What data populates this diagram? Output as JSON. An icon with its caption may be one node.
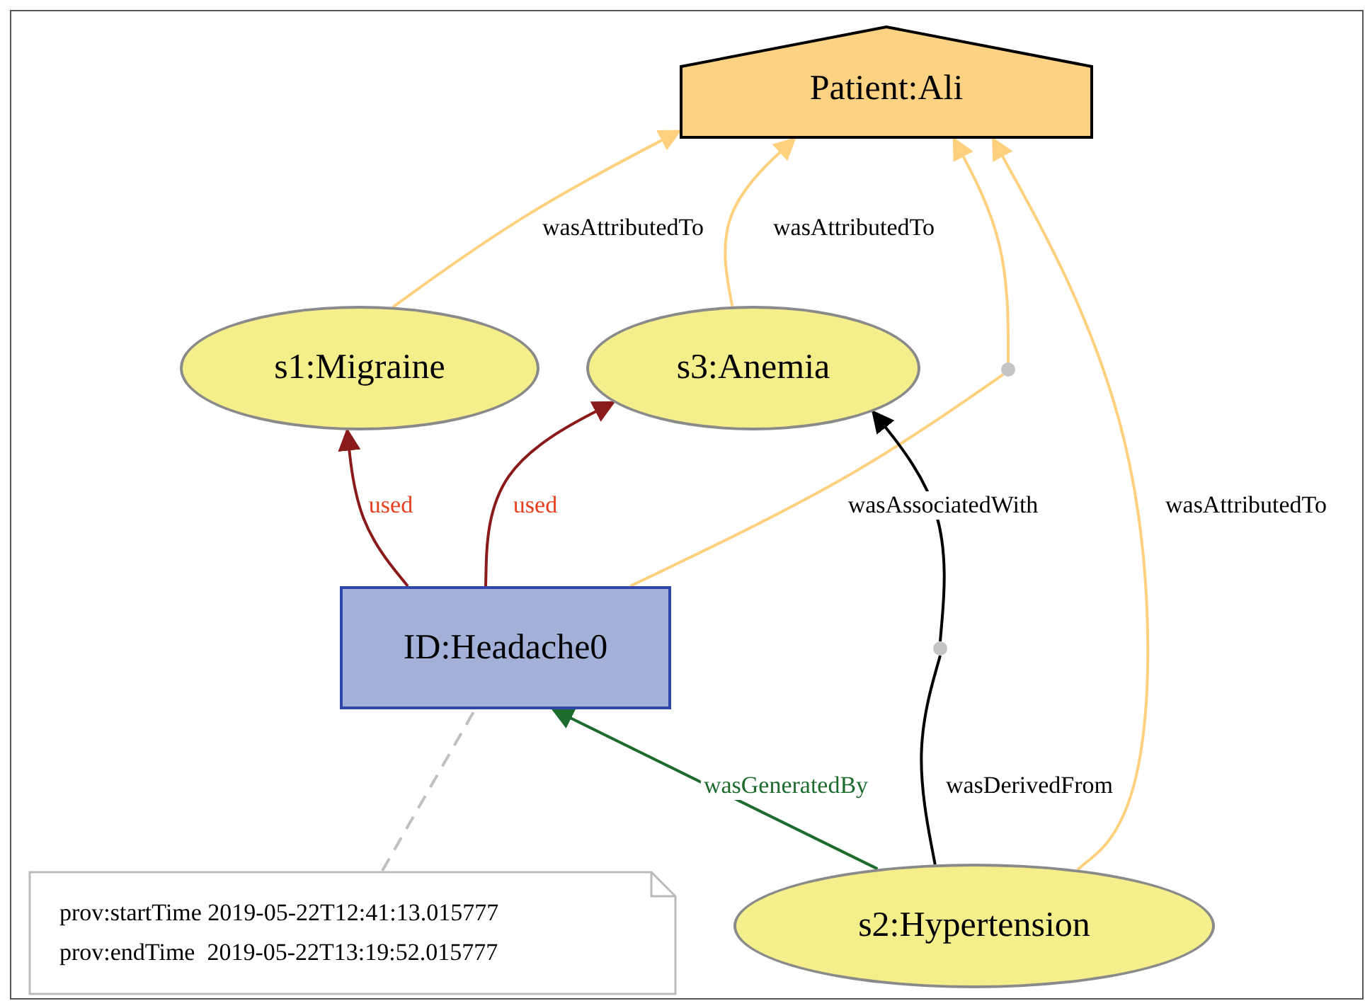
{
  "diagram": {
    "nodes": [
      {
        "text": [
          "Patient:Ali"
        ]
      },
      {
        "text": [
          "s1:Migraine"
        ]
      },
      {
        "text": [
          "s3:Anemia"
        ]
      },
      {
        "text": [
          "ID:Headache0"
        ]
      },
      {
        "text": [
          "prov:startTime 2019-05-22T12:41:13.015777",
          "prov:endTime  2019-05-22T13:19:52.015777"
        ]
      },
      {
        "text": [
          "s2:Hypertension"
        ]
      },
      {
        "text": [],
        "shape": "circle"
      },
      {
        "text": [],
        "shape": "circle"
      }
    ],
    "edges": [
      {
        "from": 1,
        "to": 0,
        "arrow": "to",
        "label": "wasAttributedTo"
      },
      {
        "from": 2,
        "to": 0,
        "arrow": "to",
        "label": "wasAttributedTo"
      },
      {
        "from": 3,
        "to": 6,
        "arrow": "none",
        "label": "wasAssociatedWith"
      },
      {
        "from": 6,
        "to": 0,
        "arrow": "to"
      },
      {
        "from": 5,
        "to": 0,
        "arrow": "to",
        "label": "wasAttributedTo"
      },
      {
        "from": 3,
        "to": 1,
        "arrow": "to",
        "label": "used",
        "color": "#8b1a1a"
      },
      {
        "from": 3,
        "to": 2,
        "arrow": "to",
        "label": "used",
        "color": "#8b1a1a"
      },
      {
        "from": 5,
        "to": 7,
        "arrow": "none",
        "label": "wasDerivedFrom",
        "color": "#000000"
      },
      {
        "from": 7,
        "to": 2,
        "arrow": "to",
        "color": "#000000"
      },
      {
        "from": 5,
        "to": 3,
        "arrow": "to",
        "label": "wasGeneratedBy",
        "color": "#1e6b2e"
      },
      {
        "from": 4,
        "to": 3,
        "arrow": "none",
        "style": "dashed",
        "color": "#c0c0c0"
      }
    ]
  }
}
